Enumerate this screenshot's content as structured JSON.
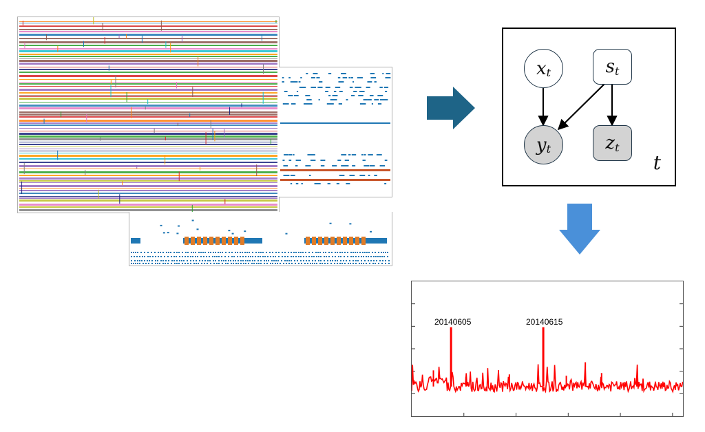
{
  "model": {
    "nodes": [
      {
        "id": "x",
        "base": "x",
        "sub": "t",
        "shape": "circle",
        "observed": false
      },
      {
        "id": "s",
        "base": "s",
        "sub": "t",
        "shape": "rounded",
        "observed": false
      },
      {
        "id": "y",
        "base": "y",
        "sub": "t",
        "shape": "circle",
        "observed": true
      },
      {
        "id": "z",
        "base": "z",
        "sub": "t",
        "shape": "rounded",
        "observed": true
      }
    ],
    "edges": [
      [
        "x",
        "y"
      ],
      [
        "s",
        "y"
      ],
      [
        "s",
        "z"
      ]
    ],
    "plate_label": "t"
  },
  "colors": {
    "arrow_right": "#1e6487",
    "arrow_down": "#4a90d9",
    "anomaly_line": "#ff0000",
    "node_border": "#1f3547",
    "observed_fill": "#d3d3d3",
    "raster_blue": "#1f77b4",
    "raster_orange": "#ff7f0e",
    "raster_brick": "#c8552a"
  },
  "chart_data": {
    "type": "line",
    "title": "",
    "xlabel": "",
    "ylabel": "",
    "annotations": [
      {
        "label": "20140605",
        "x": 0.145,
        "y": 0.93
      },
      {
        "label": "20140615",
        "x": 0.485,
        "y": 0.93
      }
    ],
    "series": [
      {
        "baseline": 0.22,
        "spikes": [
          0.145,
          0.485,
          0.08,
          0.64,
          0.7,
          0.36,
          0.83
        ]
      }
    ],
    "grid": false
  }
}
